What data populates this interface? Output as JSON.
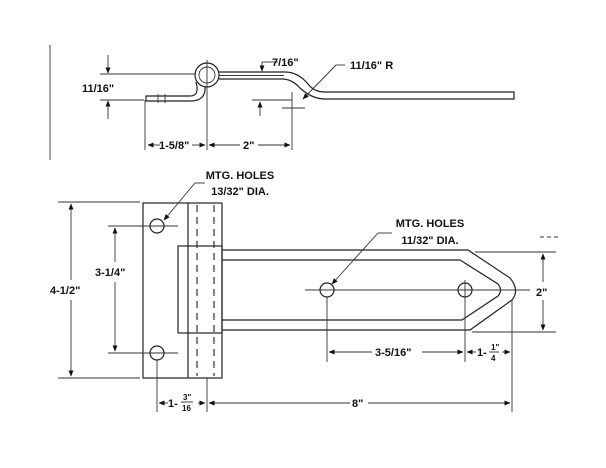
{
  "side_view": {
    "dim_height": "11/16\"",
    "dim_thickness": "7/16\"",
    "dim_radius": "11/16\" R",
    "dim_knuckle_offset": "1-5/8\"",
    "dim_bend_offset": "2\""
  },
  "plan_view": {
    "plate_holes": {
      "line1": "MTG. HOLES",
      "line2": "13/32\" DIA."
    },
    "strap_holes": {
      "line1": "MTG. HOLES",
      "line2": "11/32\" DIA."
    },
    "dim_plate_height": "4-1/2\"",
    "dim_plate_hole_spacing": "3-1/4\"",
    "dim_strap_width": "2\"",
    "dim_strap_hole_spacing": "3-5/16\"",
    "dim_tip": {
      "whole": "1-",
      "num": "1\"",
      "den": "4"
    },
    "dim_plate_hole_offset": {
      "whole": "1-",
      "num": "3\"",
      "den": "16"
    },
    "dim_strap_length": "8\""
  }
}
